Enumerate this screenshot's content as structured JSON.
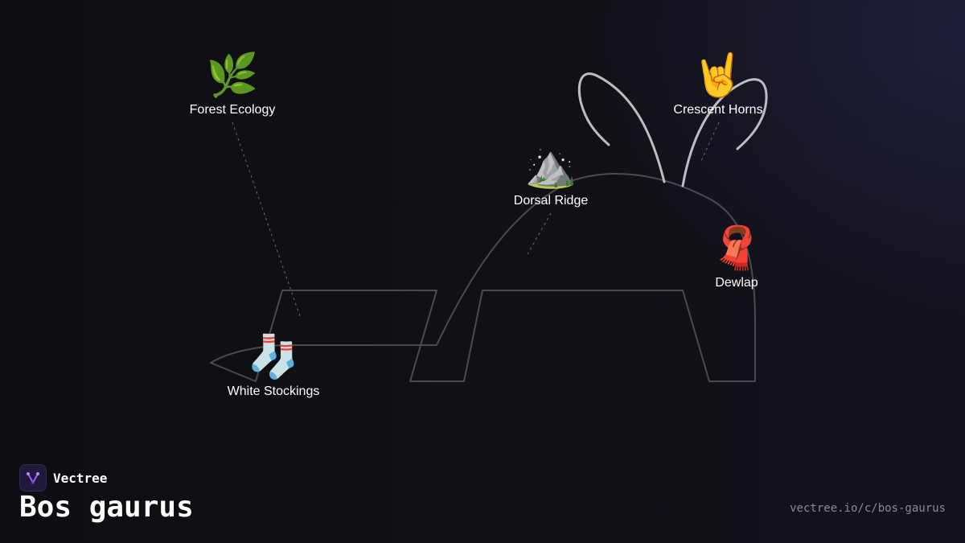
{
  "brand": {
    "name": "Vectree",
    "logo_icon": "vector-tree-logo-icon",
    "logo_color": "#a855f7"
  },
  "title": "Bos gaurus",
  "url": "vectree.io/c/bos-gaurus",
  "nodes": [
    {
      "id": "forest-ecology",
      "label": "Forest Ecology",
      "emoji": "🌿",
      "icon": "herb-icon"
    },
    {
      "id": "crescent-horns",
      "label": "Crescent Horns",
      "emoji": "🤘",
      "icon": "horns-hand-icon"
    },
    {
      "id": "dorsal-ridge",
      "label": "Dorsal Ridge",
      "emoji": "⛰️",
      "icon": "mountain-icon"
    },
    {
      "id": "dewlap",
      "label": "Dewlap",
      "emoji": "🧣",
      "icon": "scarf-icon"
    },
    {
      "id": "white-stockings",
      "label": "White Stockings",
      "emoji": "🧦",
      "icon": "socks-icon"
    }
  ],
  "colors": {
    "background": "#0f0f13",
    "outline": "#4a4a50",
    "horns": "#bdbdbd",
    "leader": "#6a6a70",
    "url": "#8a8a94"
  }
}
